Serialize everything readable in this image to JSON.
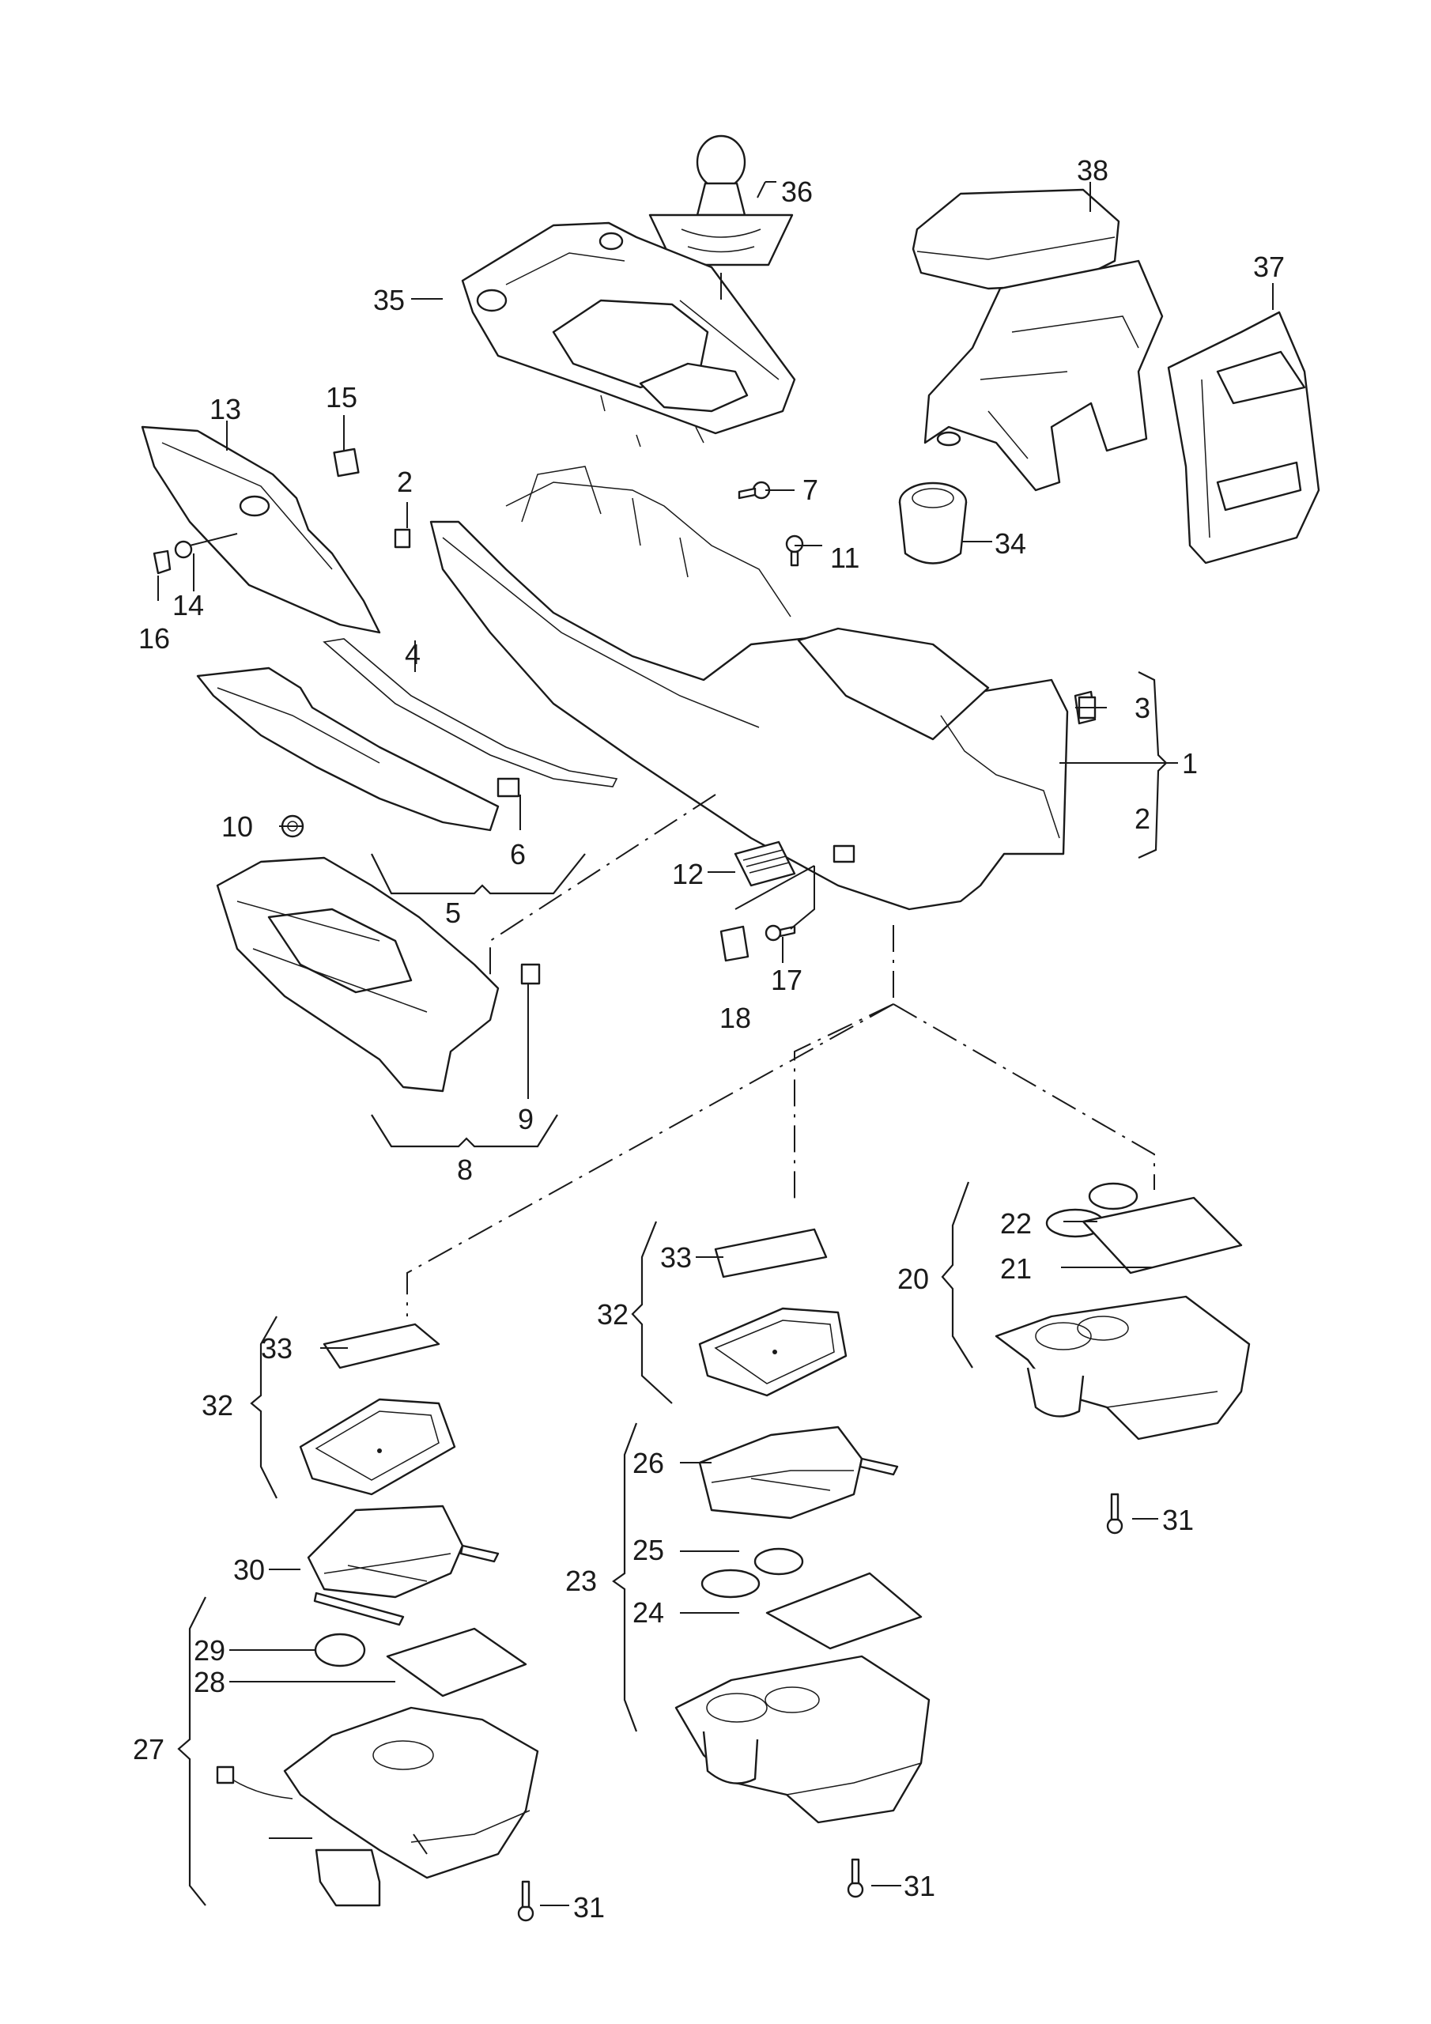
{
  "labels": {
    "p1": "1",
    "p2a": "2",
    "p2b": "2",
    "p3": "3",
    "p4": "4",
    "p5": "5",
    "p6": "6",
    "p7": "7",
    "p8": "8",
    "p9": "9",
    "p10": "10",
    "p11": "11",
    "p12": "12",
    "p13": "13",
    "p14": "14",
    "p15": "15",
    "p16": "16",
    "p17": "17",
    "p18": "18",
    "p20": "20",
    "p21": "21",
    "p22": "22",
    "p23": "23",
    "p24": "24",
    "p25": "25",
    "p26": "26",
    "p27": "27",
    "p28": "28",
    "p29": "29",
    "p30": "30",
    "p31a": "31",
    "p31b": "31",
    "p31c": "31",
    "p32a": "32",
    "p32b": "32",
    "p33a": "33",
    "p33b": "33",
    "p34": "34",
    "p35": "35",
    "p36": "36",
    "p37": "37",
    "p38": "38"
  }
}
